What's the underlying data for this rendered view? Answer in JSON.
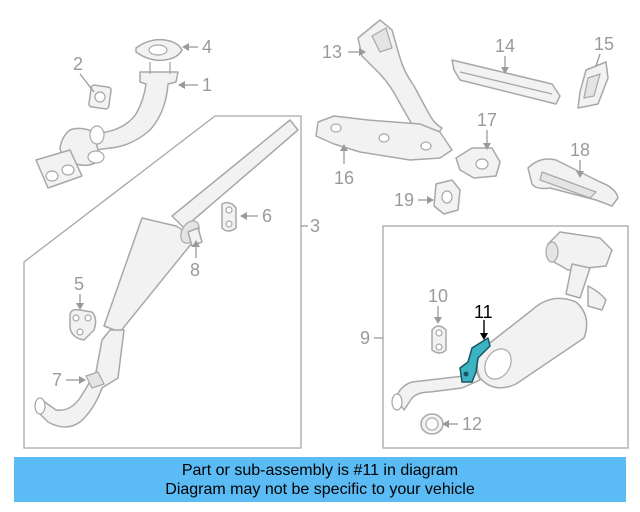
{
  "callouts": {
    "c1": "1",
    "c2": "2",
    "c3": "3",
    "c4": "4",
    "c5": "5",
    "c6": "6",
    "c7": "7",
    "c8": "8",
    "c9": "9",
    "c10": "10",
    "c11": "11",
    "c12": "12",
    "c13": "13",
    "c14": "14",
    "c15": "15",
    "c16": "16",
    "c17": "17",
    "c18": "18",
    "c19": "19"
  },
  "highlighted_part": "11",
  "colors": {
    "highlight": "#3bb3c3",
    "banner": "#5bbcf5",
    "line": "#a8a8a8"
  },
  "banner": {
    "line1": "Part or sub-assembly is #11 in diagram",
    "line2": "Diagram may not be specific to your vehicle"
  }
}
